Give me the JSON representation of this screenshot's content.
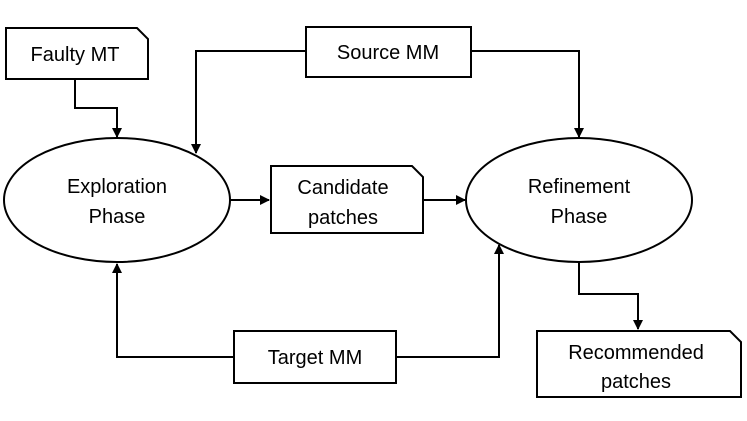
{
  "diagram": {
    "nodes": {
      "faulty_mt": {
        "label": "Faulty MT"
      },
      "source_mm": {
        "label": "Source MM"
      },
      "exploration": {
        "line1": "Exploration",
        "line2": "Phase"
      },
      "candidate": {
        "line1": "Candidate",
        "line2": "patches"
      },
      "refinement": {
        "line1": "Refinement",
        "line2": "Phase"
      },
      "target_mm": {
        "label": "Target MM"
      },
      "recommended": {
        "line1": "Recommended",
        "line2": "patches"
      }
    }
  }
}
